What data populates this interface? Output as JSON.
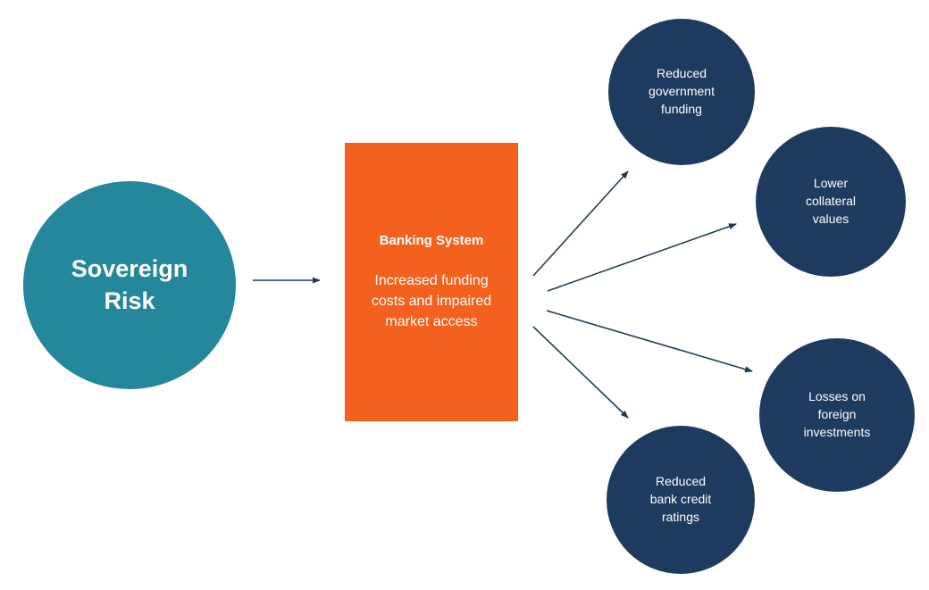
{
  "diagram": {
    "colors": {
      "source-fill": "#24879C",
      "process-fill": "#F4611E",
      "outcome-fill": "#1E3A5F",
      "arrow": "#1F3A60",
      "text": "#FFFFFF",
      "background": "#FFFFFF"
    },
    "source": {
      "label": "Sovereign\nRisk"
    },
    "process": {
      "title": "Banking System",
      "description": "Increased funding costs and impaired market access"
    },
    "outcomes": [
      {
        "label": "Reduced\ngovernment\nfunding"
      },
      {
        "label": "Lower\ncollateral\nvalues"
      },
      {
        "label": "Losses on\nforeign\ninvestments"
      },
      {
        "label": "Reduced\nbank credit\nratings"
      }
    ]
  }
}
